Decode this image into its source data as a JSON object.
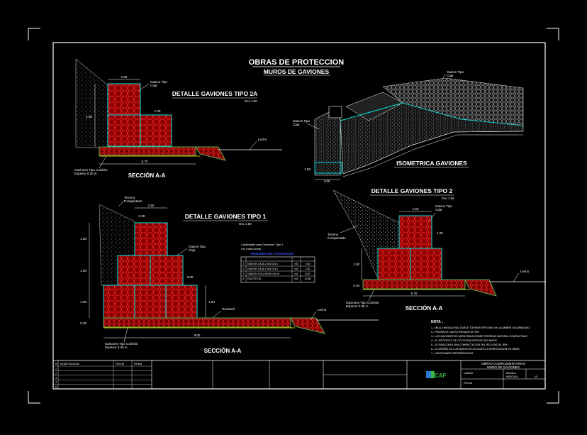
{
  "colors": {
    "background": "#000000",
    "line": "#ffffff",
    "gabion_fill": "#b30000",
    "gabion_mesh": "#ff2020",
    "gabion_border": "#00ffff",
    "base_mattress": "#4caf50",
    "geotextile": "#ffff00",
    "title_text": "#ffffff",
    "logo_blue": "#2b7bd0",
    "logo_green": "#3cb44a",
    "table_header": "#3355ff"
  },
  "title": {
    "main": "OBRAS DE PROTECCION",
    "sub": "MUROS DE GAVIONES"
  },
  "detail_2a": {
    "title": "DETALLE GAVIONES TIPO 2A",
    "scale": "Esc 1:50",
    "label_caja": "Gavion Tipo\nCaja",
    "label_section": "SECCIÓN  A-A",
    "label_colchon": "Gaviones Tipo Colchón\nEspesor 0.30 m",
    "label_lecho": "Lecho",
    "dim_top": "1.50",
    "dim_left": "1.00",
    "dim_bottom": "5.70",
    "dim_mid": "1.00"
  },
  "isometric": {
    "title": "ISOMETRICA GAVIONES",
    "label_caja1": "Gavion Tipo\nCaja",
    "label_caja2": "Gavion Tipo\nCaja",
    "dim_a": "1.50",
    "dim_b": "3.00"
  },
  "detail_2": {
    "title": "DETALLE GAVIONES TIPO 2",
    "scale": "Esc 1:50",
    "label_caja": "Gavion Tipo\nCaja",
    "label_terreno": "Terreno\nCompactado",
    "label_lecho": "Lecho",
    "label_colchon": "Gaviones Tipo Colchón\nEspesor 0.30 m",
    "label_section": "SECCIÓN  A-A",
    "dim_top": "1.50",
    "dim_side": "1.00",
    "dim_left": "1.00",
    "dim_base": "0.30",
    "dim_bottom": "5.70"
  },
  "detail_1": {
    "title": "DETALLE GAVIONES TIPO 1",
    "scale": "Esc 1:50",
    "label_terreno": "Terreno\nCompactado",
    "label_caja": "Gavion Tipo\nCaja",
    "label_colchon": "Gaviones Tipo Colchón\nEspesor 0.30 m",
    "label_geo": "Geotextil",
    "label_lecho": "Lecho",
    "label_section": "SECCIÓN  A-A",
    "dim_top": "1.50",
    "dim_left_a": "1.00",
    "dim_left_b": "1.00",
    "dim_left_c": "1.00",
    "dim_base": "0.30",
    "dim_step": "0.60",
    "dim_right": "1.00",
    "dim_bottom": "8.00"
  },
  "quantities": {
    "caption": "Cantidades para Gaviones Tipo 1",
    "sub": "Por metro lineal",
    "header": "RESUMEN DE CANTIDADES",
    "rows": [
      [
        "1",
        "GAVION CAJA 2.0x1.0x1.0",
        "m3",
        "4.00"
      ],
      [
        "2",
        "GAVION CAJA 1.5x1.0x1.0",
        "m3",
        "1.50"
      ],
      [
        "3",
        "GAVION COLCHON 0.30 m",
        "m2",
        "8.00"
      ],
      [
        "4",
        "GEOTEXTIL",
        "m2",
        "10.50"
      ]
    ]
  },
  "notes": {
    "title": "NOTA :",
    "lines": [
      "1.- MALLA HEXAGONAL DOBLE TORSION TIPO 8x10 cm, ALAMBRE GALVANIZADO",
      "2.- PIEDRA DE CANTO RODADO DE RIO",
      "3.- LOS GAVIONES SE ASENTARAN SOBRE TERRENO NATURAL COMPACTADO",
      "4.- EL GEOTEXTIL SE COLOCARA DETRAS DEL MURO",
      "5.- SE REALIZARA UNA COMPACTACION DEL RELLENO AL 95%",
      "6.- EL DISEÑO DE LOS MUROS ESTA SUJETO A VERIFICACION EN OBRA",
      "7.- CANTIDADES REFERENCIALES"
    ]
  },
  "title_block": {
    "rev_headers": [
      "Nº",
      "MODIFICACION",
      "FECHA",
      "FIRMA"
    ],
    "rev_rows": [
      "1",
      "2",
      "3",
      "4",
      "5"
    ],
    "project": "OBRAS COMPLEMENTARIAS",
    "sheet_title": "MURO DE GAVIONES",
    "sheet_no": "1/1",
    "logo": "CAF",
    "field_a": "LAMINA",
    "field_b": "ESCALA",
    "field_c": "FECHA",
    "field_d": "INDICADA"
  }
}
